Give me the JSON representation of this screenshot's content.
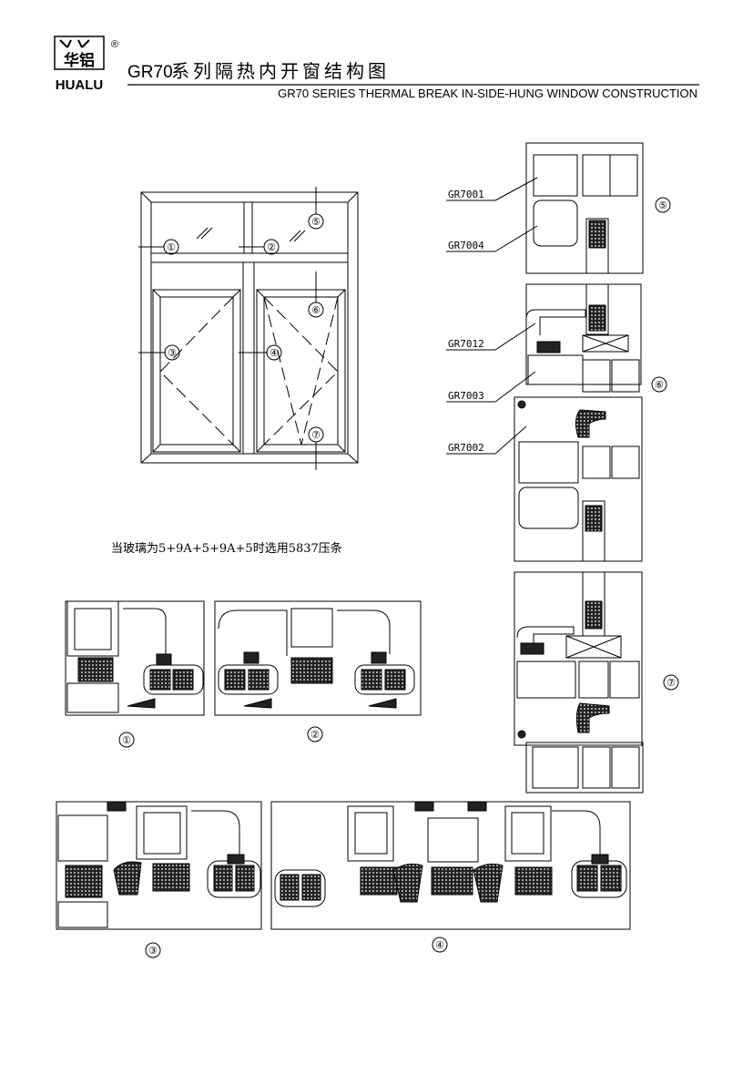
{
  "header": {
    "logo_cn": "华铝",
    "logo_en": "HUALU",
    "registered_mark": "®",
    "title_prefix": "GR70",
    "title_cn": "系列隔热内开窗结构图",
    "subtitle_en": "GR70 SERIES THERMAL BREAK IN-SIDE-HUNG WINDOW CONSTRUCTION"
  },
  "elevation": {
    "callouts": [
      "①",
      "②",
      "③",
      "④",
      "⑤",
      "⑥",
      "⑦"
    ]
  },
  "note": "当玻璃为5+9A+5+9A+5时选用5837压条",
  "section_labels": {
    "s1": "①",
    "s2": "②",
    "s3": "③",
    "s4": "④",
    "s5": "⑤",
    "s6": "⑥",
    "s7": "⑦"
  },
  "profile_labels": [
    "GR7001",
    "GR7004",
    "GR7012",
    "GR7003",
    "GR7002"
  ],
  "colors": {
    "line": "#000000",
    "background": "#ffffff",
    "fill_dark": "#222222"
  }
}
